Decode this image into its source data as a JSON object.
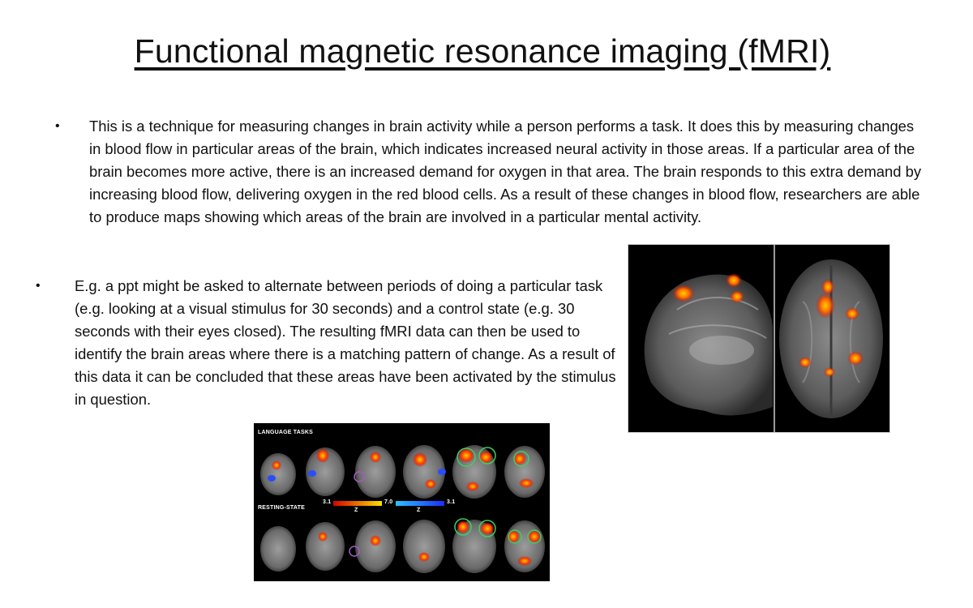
{
  "slide": {
    "title": "Functional magnetic resonance imaging (fMRI)",
    "bullets": [
      "This is a technique for measuring changes in brain activity while a person performs a task. It does this by measuring changes in blood flow in particular areas of the brain, which indicates increased neural activity in those areas. If a particular area of the brain becomes more active, there is an increased demand for oxygen in that area. The brain responds to this extra demand by increasing blood flow, delivering oxygen in the red blood cells. As a result of these changes in blood flow, researchers are able to produce maps showing which areas of the brain are involved in a particular mental activity.",
      "E.g. a ppt might be asked to alternate between periods of doing a particular task (e.g. looking at a visual stimulus for 30 seconds) and a control state (e.g. 30 seconds with their eyes closed). The resulting fMRI data can then be used to identify the brain areas where there is a matching pattern of change. As a result of this data it can be concluded that these areas have been activated by the stimulus in question."
    ],
    "bullet_symbol": "•"
  },
  "figure_grid": {
    "row1_label": "LANGUAGE TASKS",
    "row2_label": "RESTING-STATE",
    "scale_labels": [
      "3.1",
      "7.0",
      "3.1"
    ],
    "scale_axis": "Z",
    "colors": {
      "hot": "#ff3a00",
      "warm": "#ffd000",
      "cool": "#1c3cff",
      "cyan": "#29c3ff"
    }
  }
}
